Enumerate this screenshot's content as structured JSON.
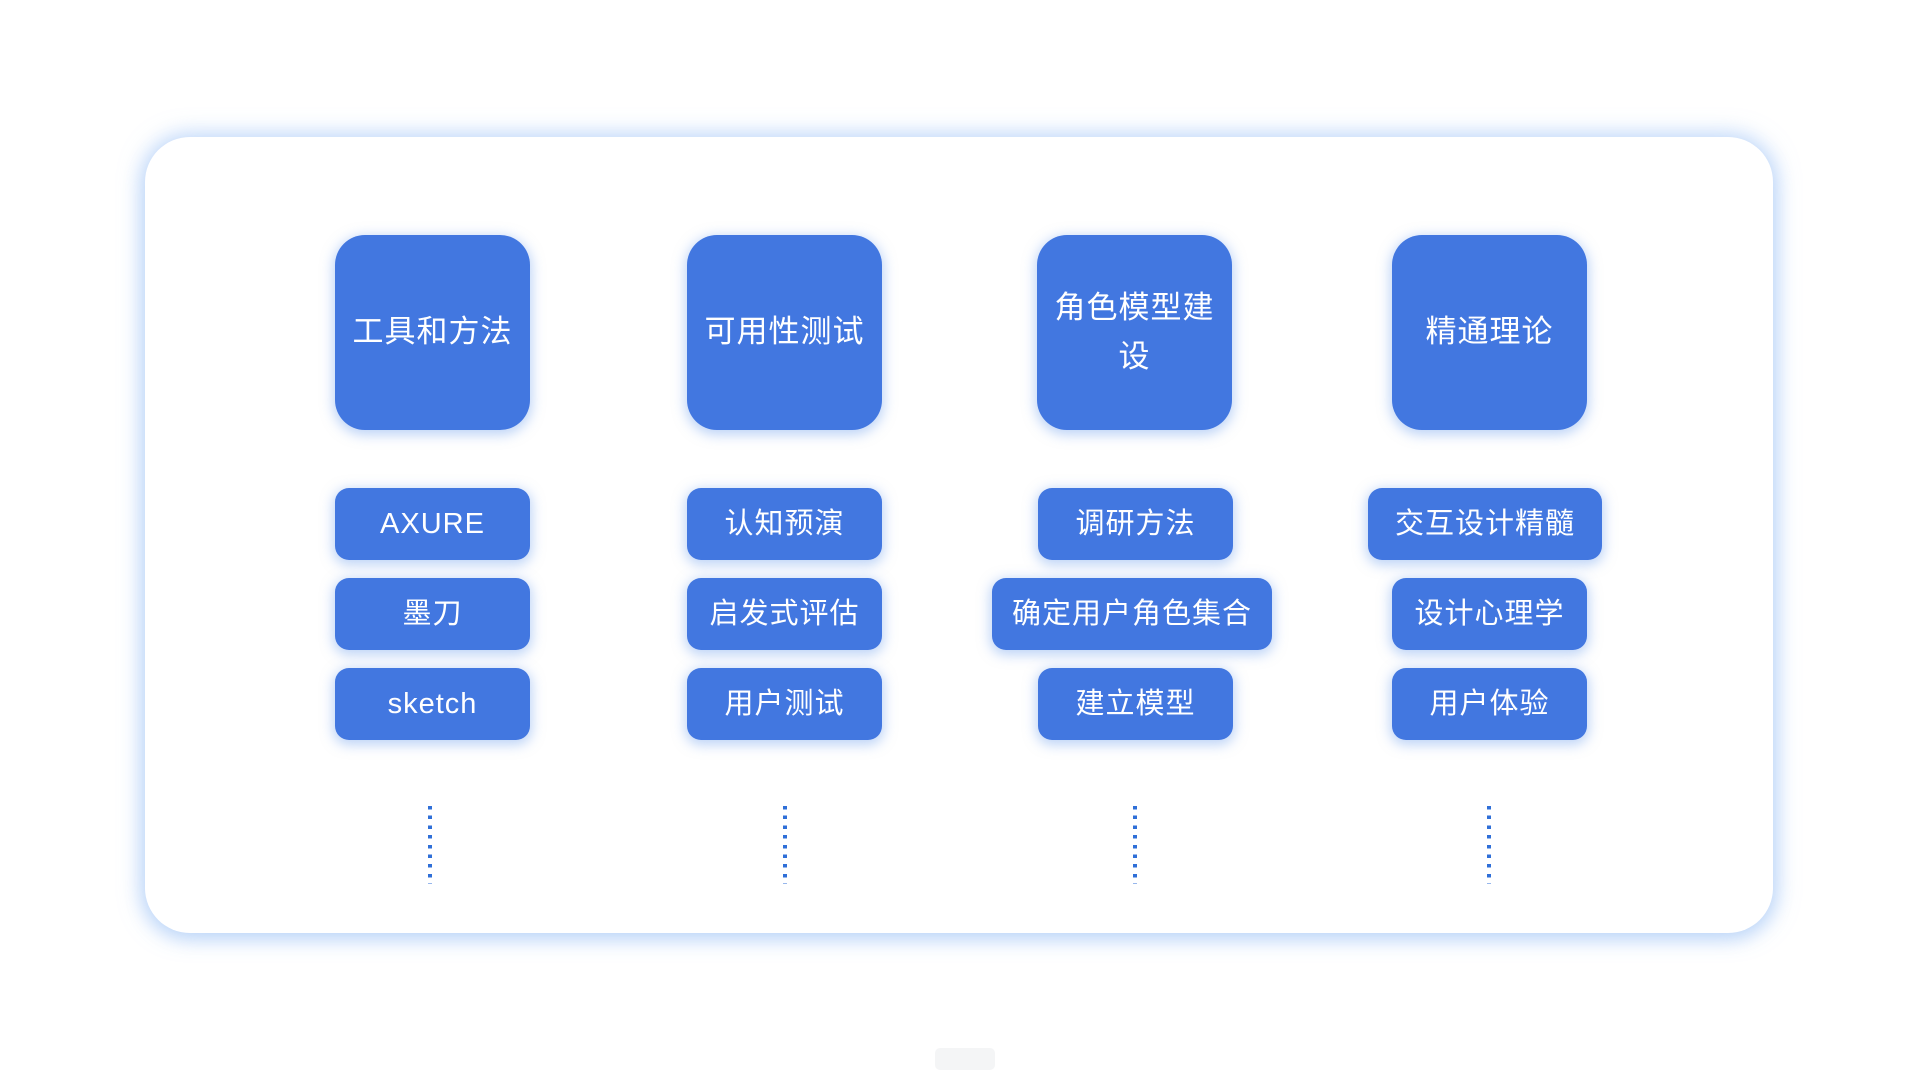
{
  "diagram": {
    "columns": [
      {
        "title": "工具和方法",
        "items": [
          "AXURE",
          "墨刀",
          "sketch"
        ]
      },
      {
        "title": "可用性测试",
        "items": [
          "认知预演",
          "启发式评估",
          "用户测试"
        ]
      },
      {
        "title": "角色模型建设",
        "items": [
          "调研方法",
          "确定用户角色集合",
          "建立模型"
        ]
      },
      {
        "title": "精通理论",
        "items": [
          "交互设计精髓",
          "设计心理学",
          "用户体验"
        ]
      }
    ],
    "colors": {
      "node_fill": "#4277E0",
      "node_text": "#FFFFFF",
      "dotted_connector": "#2F6FD8",
      "card_glow": "#96BEF5",
      "background": "#FFFFFF"
    }
  }
}
